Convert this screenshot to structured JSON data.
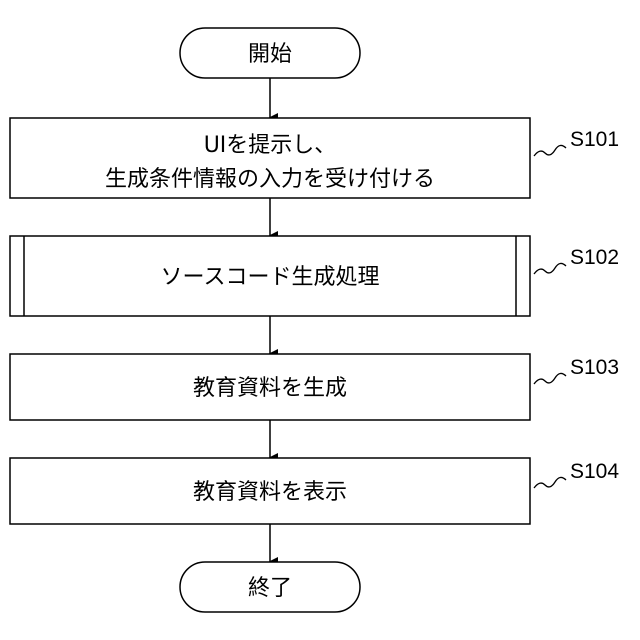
{
  "flowchart": {
    "start": {
      "label": "開始"
    },
    "steps": [
      {
        "id": "S101",
        "line1": "UIを提示し、",
        "line2": "生成条件情報の入力を受け付ける"
      },
      {
        "id": "S102",
        "label": "ソースコード生成処理"
      },
      {
        "id": "S103",
        "label": "教育資料を生成"
      },
      {
        "id": "S104",
        "label": "教育資料を表示"
      }
    ],
    "end": {
      "label": "終了"
    }
  }
}
